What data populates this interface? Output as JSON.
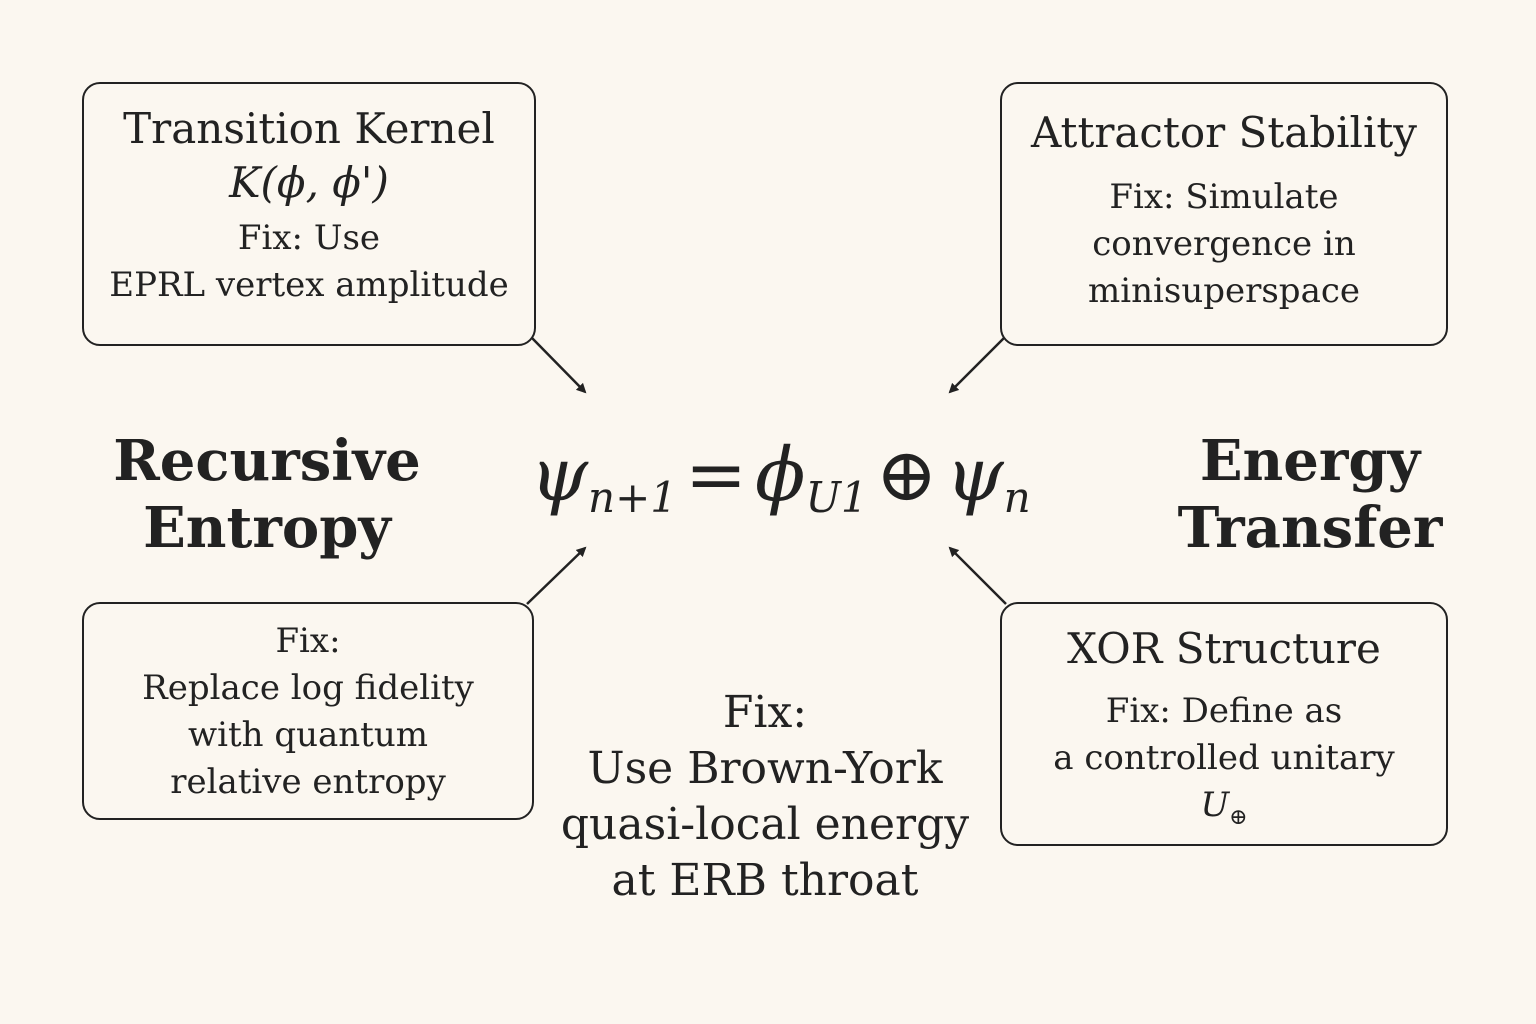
{
  "equation": {
    "lhs_symbol": "ψ",
    "lhs_subscript": "n+1",
    "equals": "=",
    "phi_symbol": "ϕ",
    "phi_subscript": "U1",
    "operator": "⊕",
    "rhs_symbol": "ψ",
    "rhs_subscript": "n"
  },
  "side_labels": {
    "left": [
      "Recursive",
      "Entropy"
    ],
    "right": [
      "Energy",
      "Transfer"
    ]
  },
  "boxes": {
    "transition_kernel": {
      "title": "Transition Kernel",
      "formula": "K(ϕ, ϕ')",
      "fix_lines": [
        "Fix: Use",
        "EPRL vertex amplitude"
      ]
    },
    "attractor_stability": {
      "title": "Attractor Stability",
      "fix_lines": [
        "Fix: Simulate",
        "convergence in",
        "minisuperspace"
      ]
    },
    "recursive_entropy_fix": {
      "fix_lines": [
        "Fix:",
        "Replace log fidelity",
        "with quantum",
        "relative entropy"
      ]
    },
    "xor_structure": {
      "title": "XOR Structure",
      "fix_lines": [
        "Fix: Define as",
        "a controlled unitary"
      ],
      "unitary_symbol": "U",
      "unitary_subscript": "⊕"
    }
  },
  "energy_transfer_fix": {
    "lines": [
      "Fix:",
      "Use Brown-York",
      "quasi-local energy",
      "at ERB throat"
    ]
  },
  "colors": {
    "background": "#fbf7f0",
    "ink": "#222222"
  }
}
